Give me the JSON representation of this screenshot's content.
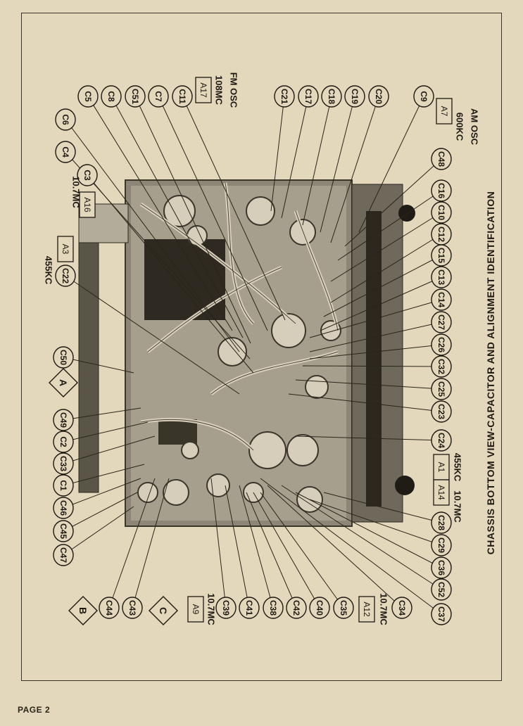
{
  "page_label": "PAGE 2",
  "title": "CHASSIS BOTTOM VIEW-CAPACITOR AND ALIGNMENT IDENTIFICATION",
  "capacitors": [
    "C5",
    "C8",
    "C51",
    "C7",
    "C11",
    "C21",
    "C17",
    "C18",
    "C19",
    "C20",
    "C9",
    "C6",
    "C4",
    "C3",
    "C22",
    "C48",
    "C16",
    "C10",
    "C12",
    "C15",
    "C13",
    "C14",
    "C27",
    "C26",
    "C32",
    "C25",
    "C23",
    "C24",
    "C50",
    "C49",
    "C2",
    "C33",
    "C1",
    "C46",
    "C45",
    "C47",
    "C28",
    "C29",
    "C36",
    "C52",
    "C37",
    "C44",
    "C43",
    "C39",
    "C41",
    "C38",
    "C42",
    "C40",
    "C35",
    "C34"
  ],
  "alignment_points": [
    {
      "id": "A17",
      "freq": "108MC",
      "label": "FM OSC"
    },
    {
      "id": "A7",
      "freq": "600KC",
      "label": "AM OSC"
    },
    {
      "id": "A16",
      "freq": "10.7MC"
    },
    {
      "id": "A3",
      "freq": "455KC"
    },
    {
      "id": "A1",
      "freq": "455KC"
    },
    {
      "id": "A14",
      "freq": "10.7MC"
    },
    {
      "id": "A9",
      "freq": "10.7MC"
    },
    {
      "id": "A12",
      "freq": "10.7MC"
    }
  ],
  "diamonds": [
    "A",
    "B",
    "C"
  ]
}
